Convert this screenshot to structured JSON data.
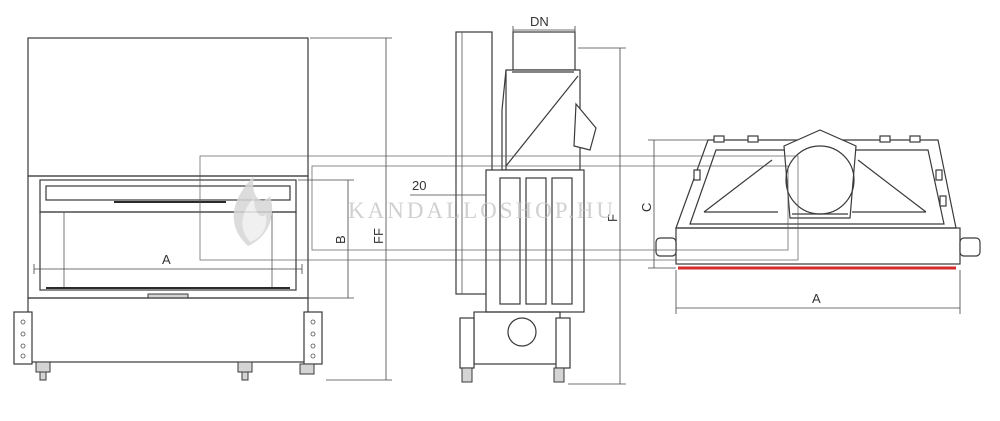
{
  "labels": {
    "front_width": "A",
    "front_opening_height": "B",
    "front_total_height": "FF",
    "side_flue": "DN",
    "side_offset": "20",
    "side_height": "F",
    "top_depth": "C",
    "top_width": "A"
  },
  "watermark": {
    "text": "KANDALLOSHOP.HU"
  },
  "colors": {
    "line": "#3a3a3a",
    "accent_red": "#d42a2a",
    "watermark": "#c8c8c8"
  }
}
